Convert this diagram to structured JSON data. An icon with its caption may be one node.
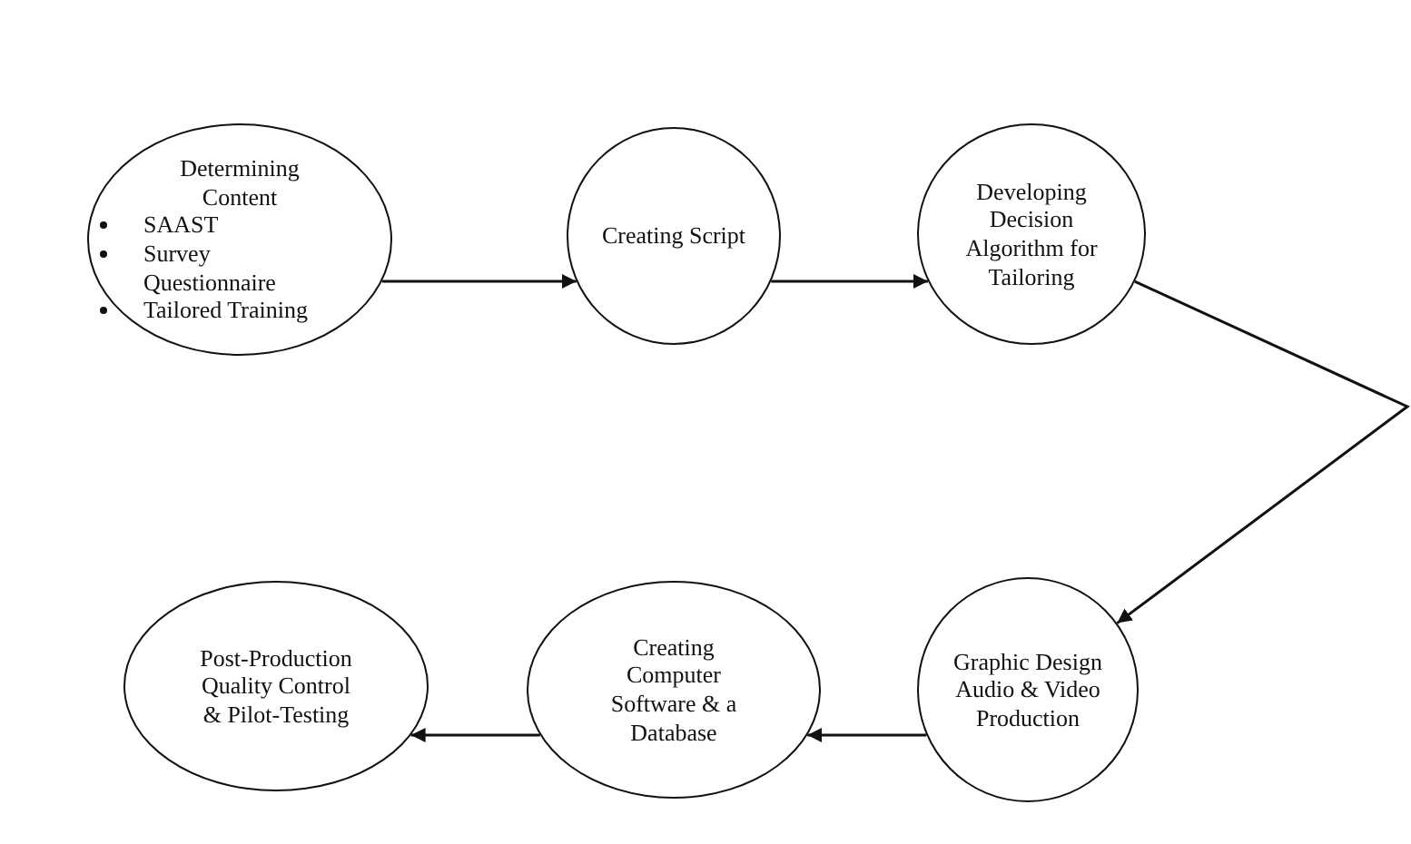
{
  "diagram": {
    "nodes": [
      {
        "text": [
          "Determining Content",
          "SAAST",
          "Survey Questionnaire",
          "Tailored Training"
        ]
      },
      {
        "text": [
          "Creating Script"
        ]
      },
      {
        "text": [
          "Developing Decision Algorithm for Tailoring"
        ]
      },
      {
        "text": [
          "Graphic Design Audio & Video Production"
        ]
      },
      {
        "text": [
          "Creating Computer Software & a Database"
        ]
      },
      {
        "text": [
          "Post-Production Quality Control & Pilot-Testing"
        ]
      }
    ],
    "edges": [
      {
        "from": 0,
        "to": 1,
        "arrow": "to"
      },
      {
        "from": 1,
        "to": 2,
        "arrow": "to"
      },
      {
        "from": 2,
        "to": 3,
        "arrow": "to"
      },
      {
        "from": 3,
        "to": 4,
        "arrow": "to"
      },
      {
        "from": 4,
        "to": 5,
        "arrow": "to"
      }
    ]
  }
}
